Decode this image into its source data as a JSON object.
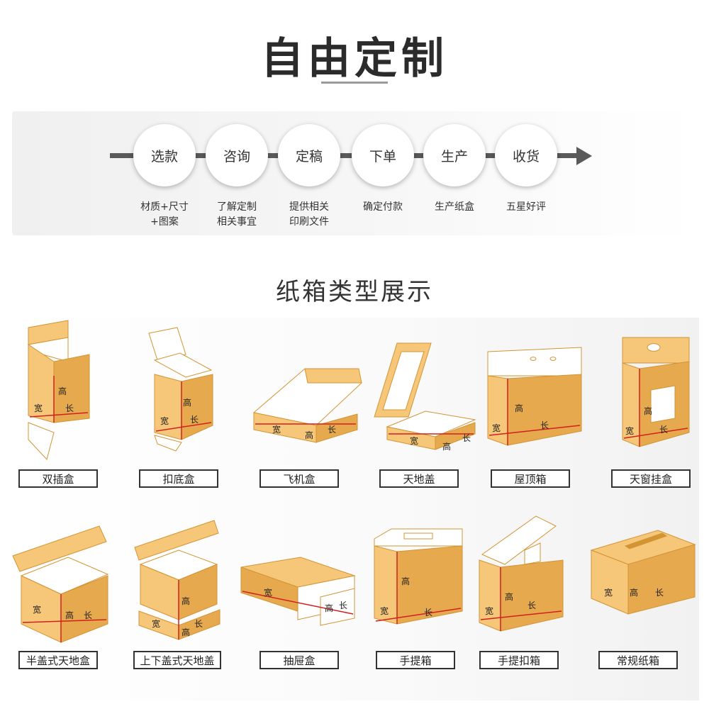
{
  "header": {
    "title": "自由定制",
    "subtitle": "纸箱类型展示"
  },
  "process": [
    {
      "label": "选款",
      "desc": [
        "材质+尺寸",
        "+图案"
      ]
    },
    {
      "label": "咨询",
      "desc": [
        "了解定制",
        "相关事宜"
      ]
    },
    {
      "label": "定稿",
      "desc": [
        "提供相关",
        "印刷文件"
      ]
    },
    {
      "label": "下单",
      "desc": [
        "确定付款"
      ]
    },
    {
      "label": "生产",
      "desc": [
        "生产纸盒"
      ]
    },
    {
      "label": "收货",
      "desc": [
        "五星好评"
      ]
    }
  ],
  "dimensions": {
    "width": "宽",
    "height": "高",
    "length": "长"
  },
  "box_types": [
    {
      "label": "双插盒",
      "style": "tuck"
    },
    {
      "label": "扣底盒",
      "style": "lock"
    },
    {
      "label": "飞机盒",
      "style": "mailer"
    },
    {
      "label": "天地盖",
      "style": "lidbase"
    },
    {
      "label": "屋顶箱",
      "style": "roof"
    },
    {
      "label": "天窗挂盒",
      "style": "window"
    },
    {
      "label": "半盖式天地盒",
      "style": "halflid"
    },
    {
      "label": "上下盖式天地盖",
      "style": "twolid"
    },
    {
      "label": "抽屉盒",
      "style": "drawer"
    },
    {
      "label": "手提箱",
      "style": "handle"
    },
    {
      "label": "手提扣箱",
      "style": "handlelock"
    },
    {
      "label": "常规纸箱",
      "style": "carton"
    }
  ],
  "colors": {
    "kraft": "#f7c779",
    "kraft_dark": "#e7a94d",
    "edge": "#d39433",
    "inner": "#ffffff",
    "measure": "#d12020"
  }
}
